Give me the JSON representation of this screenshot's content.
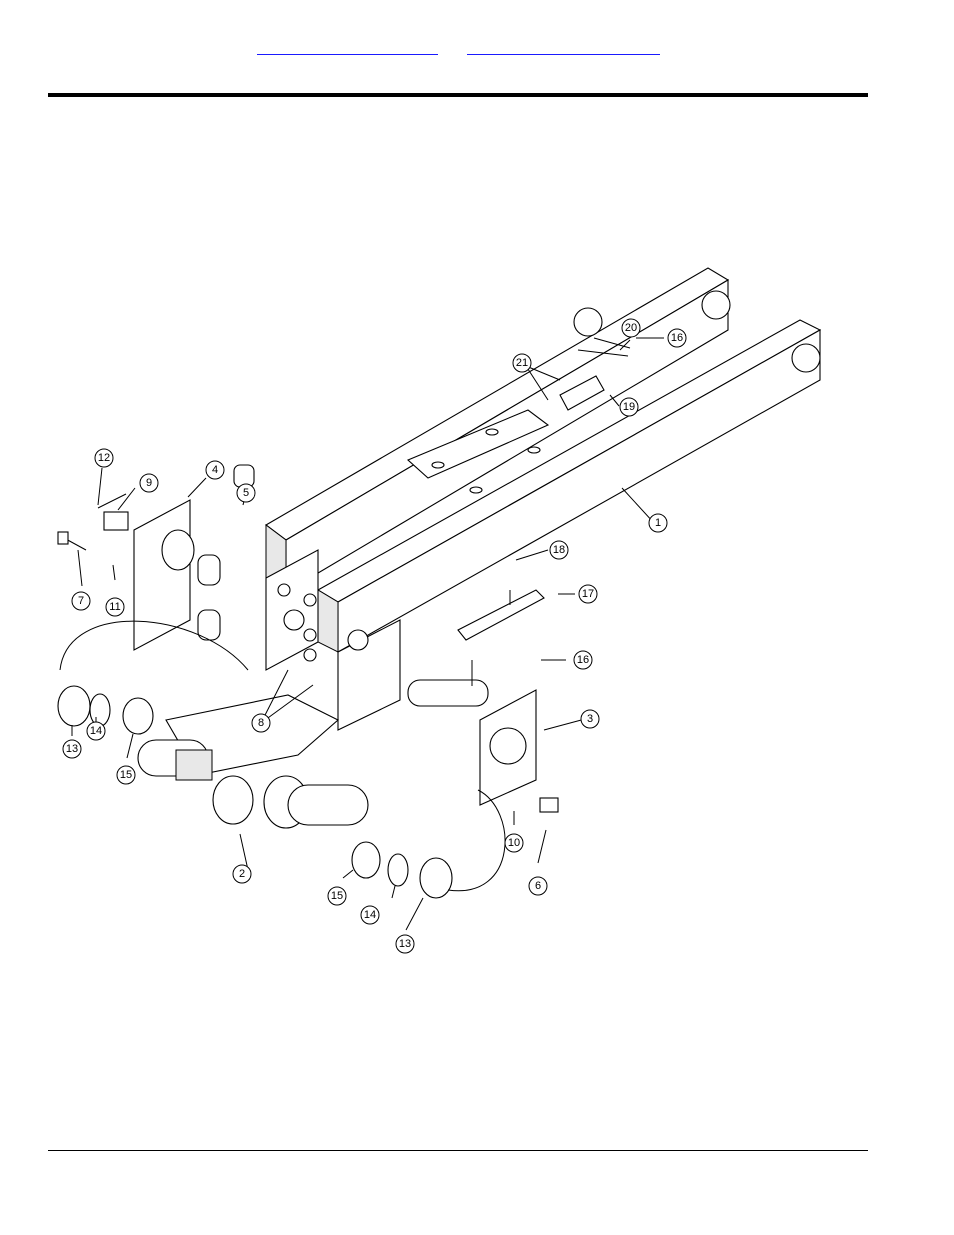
{
  "header": {
    "links": [
      "",
      ""
    ]
  },
  "diagram": {
    "callouts": [
      "1",
      "2",
      "3",
      "4",
      "5",
      "6",
      "7",
      "8",
      "9",
      "10",
      "11",
      "12",
      "13",
      "14",
      "15",
      "16",
      "17",
      "18",
      "19",
      "20",
      "21"
    ]
  }
}
